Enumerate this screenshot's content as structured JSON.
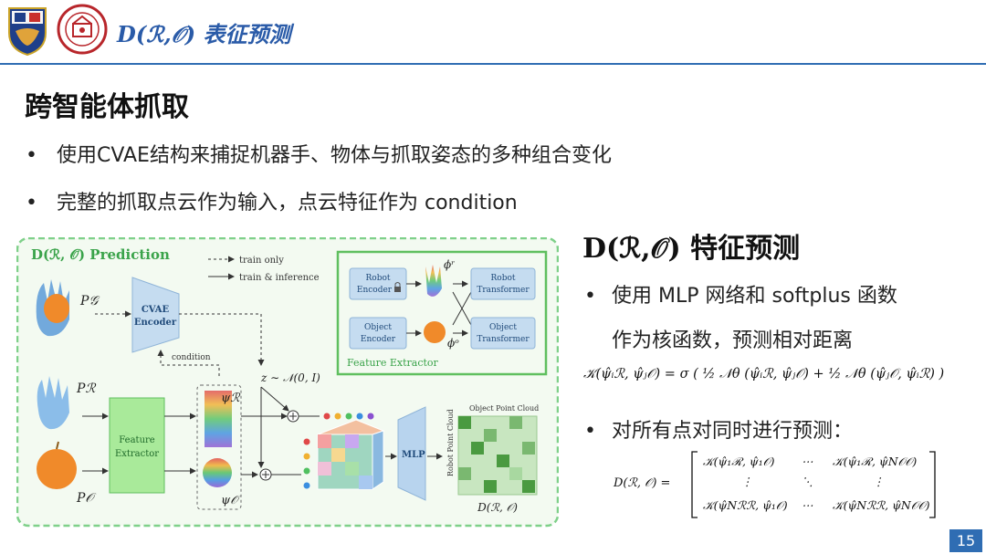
{
  "header": {
    "title": "D(ℛ,𝒪) 表征预测"
  },
  "section_title": "跨智能体抓取",
  "bullets": [
    "使用CVAE结构来捕捉机器手、物体与抓取姿态的多种组合变化",
    "完整的抓取点云作为输入，点云特征作为 condition"
  ],
  "figure": {
    "title": "D(ℛ, 𝒪) Prediction",
    "legend_train_only": "train only",
    "legend_train_inference": "train & inference",
    "pg_label": "P𝒢",
    "pr_label": "Pℛ",
    "po_label": "P𝒪",
    "cvae_line1": "CVAE",
    "cvae_line2": "Encoder",
    "condition_label": "condition",
    "z_label": "z ∼ 𝒩(0, I)",
    "feature_extractor_line1": "Feature",
    "feature_extractor_line2": "Extractor",
    "psi_r": "ψℛ",
    "psi_o": "ψ𝒪",
    "mlp": "MLP",
    "object_point_cloud": "Object Point Cloud",
    "robot_point_cloud": "Robot Point Cloud",
    "output_label": "D(ℛ, 𝒪)",
    "fe_box_label": "Feature Extractor",
    "robot_encoder_line1": "Robot",
    "robot_encoder_line2": "Encoder",
    "object_encoder_line1": "Object",
    "object_encoder_line2": "Encoder",
    "robot_transformer_line1": "Robot",
    "robot_transformer_line2": "Transformer",
    "object_transformer_line1": "Object",
    "object_transformer_line2": "Transformer",
    "phi_r": "ϕʳ",
    "phi_o": "ϕᵒ"
  },
  "right_title": "D(ℛ,𝒪) 特征预测",
  "right_bullets": [
    "使用 MLP 网络和 softplus 函数",
    "作为核函数，预测相对距离",
    "对所有点对同时进行预测："
  ],
  "formula_kernel": "𝒦(ψ̂ᵢℛ, ψ̂ⱼ𝒪) = σ ( ½ 𝒩θ (ψ̂ᵢℛ, ψ̂ⱼ𝒪) + ½ 𝒩θ (ψ̂ⱼ𝒪, ψ̂ᵢℛ) )",
  "formula_matrix": {
    "lhs": "D(ℛ, 𝒪) =",
    "r1c1": "𝒦(ψ̂₁ℛ, ψ̂₁𝒪)",
    "r1c2": "⋯",
    "r1c3": "𝒦(ψ̂₁ℛ, ψ̂N𝒪𝒪)",
    "r2c1": "⋮",
    "r2c2": "⋱",
    "r2c3": "⋮",
    "r3c1": "𝒦(ψ̂Nℛℛ, ψ̂₁𝒪)",
    "r3c2": "⋯",
    "r3c3": "𝒦(ψ̂Nℛℛ, ψ̂N𝒪𝒪)"
  },
  "page_number": "15",
  "colors": {
    "accent": "#2f6db3",
    "figure_border": "#7fd08a",
    "figure_bg": "#f3faf1"
  }
}
